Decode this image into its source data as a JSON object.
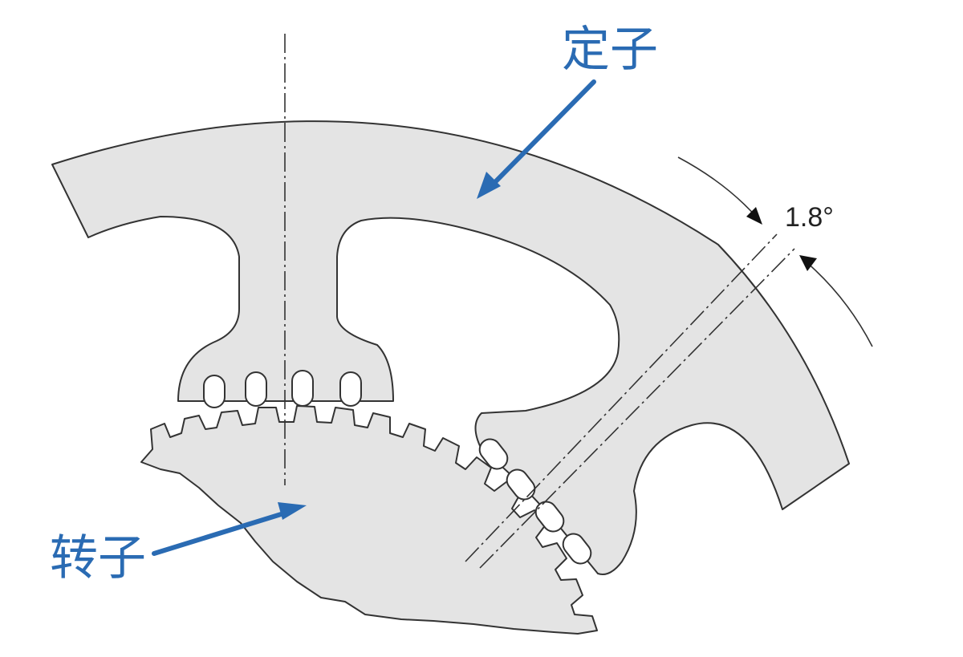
{
  "labels": {
    "stator": "定子",
    "rotor": "转子",
    "angle": "1.8°"
  },
  "colors": {
    "part_fill": "#e4e4e4",
    "outline": "#333333",
    "pointer": "#2a6bb3"
  }
}
